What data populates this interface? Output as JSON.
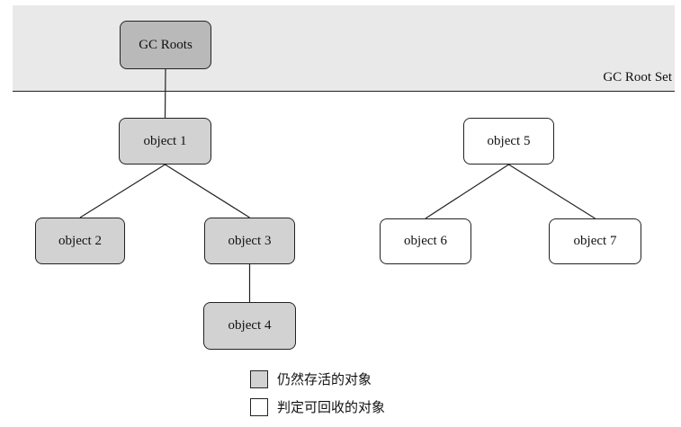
{
  "root_set": {
    "label": "GC Root Set"
  },
  "nodes": {
    "gc_roots": {
      "label": "GC Roots",
      "state": "root"
    },
    "object_1": {
      "label": "object 1",
      "state": "alive"
    },
    "object_2": {
      "label": "object 2",
      "state": "alive"
    },
    "object_3": {
      "label": "object 3",
      "state": "alive"
    },
    "object_4": {
      "label": "object 4",
      "state": "alive"
    },
    "object_5": {
      "label": "object 5",
      "state": "dead"
    },
    "object_6": {
      "label": "object 6",
      "state": "dead"
    },
    "object_7": {
      "label": "object 7",
      "state": "dead"
    }
  },
  "edges": [
    {
      "from": "gc_roots",
      "to": "object_1"
    },
    {
      "from": "object_1",
      "to": "object_2"
    },
    {
      "from": "object_1",
      "to": "object_3"
    },
    {
      "from": "object_3",
      "to": "object_4"
    },
    {
      "from": "object_5",
      "to": "object_6"
    },
    {
      "from": "object_5",
      "to": "object_7"
    }
  ],
  "legend": {
    "alive": "仍然存活的对象",
    "dead": "判定可回收的对象"
  },
  "colors": {
    "root_fill": "#b9b9b9",
    "alive_fill": "#d2d2d2",
    "dead_fill": "#ffffff",
    "root_set_band": "#e9e9e9",
    "stroke": "#222222"
  }
}
